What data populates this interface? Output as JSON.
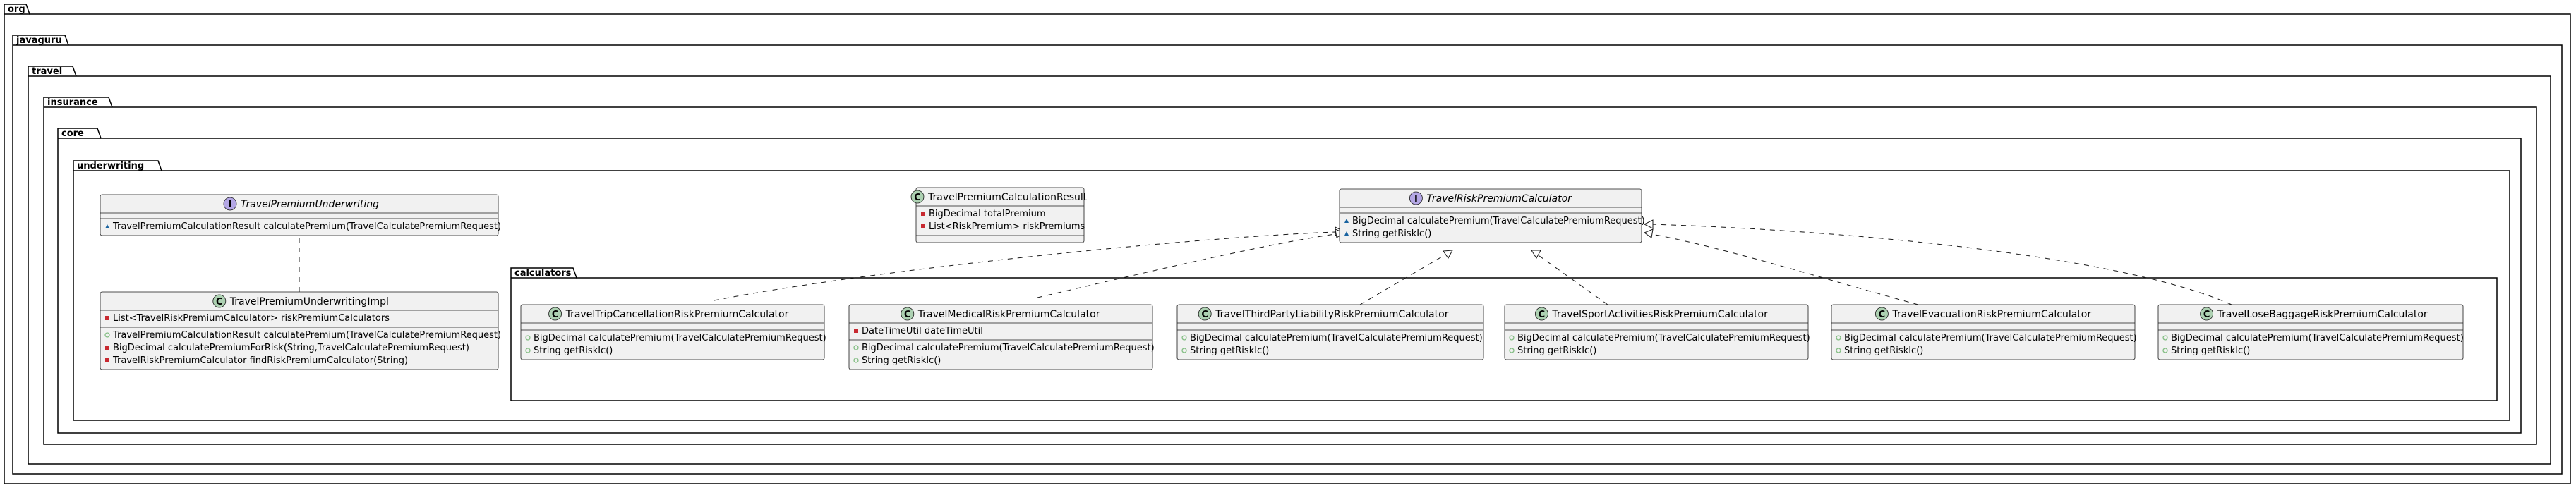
{
  "packages": {
    "org": "org",
    "javaguru": "javaguru",
    "travel": "travel",
    "insurance": "insurance",
    "core": "core",
    "underwriting": "underwriting",
    "calculators": "calculators"
  },
  "classes": {
    "underwriting_iface": {
      "kind": "I",
      "name": "TravelPremiumUnderwriting",
      "members": [
        {
          "vis": "package",
          "text": "TravelPremiumCalculationResult calculatePremium(TravelCalculatePremiumRequest)"
        }
      ]
    },
    "underwriting_impl": {
      "kind": "C",
      "name": "TravelPremiumUnderwritingImpl",
      "fields": [
        {
          "vis": "private",
          "text": "List<TravelRiskPremiumCalculator> riskPremiumCalculators"
        }
      ],
      "methods": [
        {
          "vis": "public",
          "text": "TravelPremiumCalculationResult calculatePremium(TravelCalculatePremiumRequest)"
        },
        {
          "vis": "private",
          "text": "BigDecimal calculatePremiumForRisk(String,TravelCalculatePremiumRequest)"
        },
        {
          "vis": "private",
          "text": "TravelRiskPremiumCalculator findRiskPremiumCalculator(String)"
        }
      ]
    },
    "calculation_result": {
      "kind": "C",
      "name": "TravelPremiumCalculationResult",
      "fields": [
        {
          "vis": "private",
          "text": "BigDecimal totalPremium"
        },
        {
          "vis": "private",
          "text": "List<RiskPremium> riskPremiums"
        }
      ]
    },
    "risk_calculator_iface": {
      "kind": "I",
      "name": "TravelRiskPremiumCalculator",
      "members": [
        {
          "vis": "package",
          "text": "BigDecimal calculatePremium(TravelCalculatePremiumRequest)"
        },
        {
          "vis": "package",
          "text": "String getRiskIc()"
        }
      ]
    },
    "calculators": [
      {
        "kind": "C",
        "name": "TravelTripCancellationRiskPremiumCalculator",
        "fields": [],
        "methods": [
          {
            "vis": "public",
            "text": "BigDecimal calculatePremium(TravelCalculatePremiumRequest)"
          },
          {
            "vis": "public",
            "text": "String getRiskIc()"
          }
        ]
      },
      {
        "kind": "C",
        "name": "TravelMedicalRiskPremiumCalculator",
        "fields": [
          {
            "vis": "private",
            "text": "DateTimeUtil dateTimeUtil"
          }
        ],
        "methods": [
          {
            "vis": "public",
            "text": "BigDecimal calculatePremium(TravelCalculatePremiumRequest)"
          },
          {
            "vis": "public",
            "text": "String getRiskIc()"
          }
        ]
      },
      {
        "kind": "C",
        "name": "TravelThirdPartyLiabilityRiskPremiumCalculator",
        "fields": [],
        "methods": [
          {
            "vis": "public",
            "text": "BigDecimal calculatePremium(TravelCalculatePremiumRequest)"
          },
          {
            "vis": "public",
            "text": "String getRiskIc()"
          }
        ]
      },
      {
        "kind": "C",
        "name": "TravelSportActivitiesRiskPremiumCalculator",
        "fields": [],
        "methods": [
          {
            "vis": "public",
            "text": "BigDecimal calculatePremium(TravelCalculatePremiumRequest)"
          },
          {
            "vis": "public",
            "text": "String getRiskIc()"
          }
        ]
      },
      {
        "kind": "C",
        "name": "TravelEvacuationRiskPremiumCalculator",
        "fields": [],
        "methods": [
          {
            "vis": "public",
            "text": "BigDecimal calculatePremium(TravelCalculatePremiumRequest)"
          },
          {
            "vis": "public",
            "text": "String getRiskIc()"
          }
        ]
      },
      {
        "kind": "C",
        "name": "TravelLoseBaggageRiskPremiumCalculator",
        "fields": [],
        "methods": [
          {
            "vis": "public",
            "text": "BigDecimal calculatePremium(TravelCalculatePremiumRequest)"
          },
          {
            "vis": "public",
            "text": "String getRiskIc()"
          }
        ]
      }
    ]
  },
  "colors": {
    "class_fill": "#f1f1f1",
    "border": "#181818",
    "class_circle": "#add1b2",
    "interface_circle": "#b4a7e5",
    "public_vis": "#84be84",
    "private_vis": "#c82930",
    "package_vis": "#1963a0"
  }
}
